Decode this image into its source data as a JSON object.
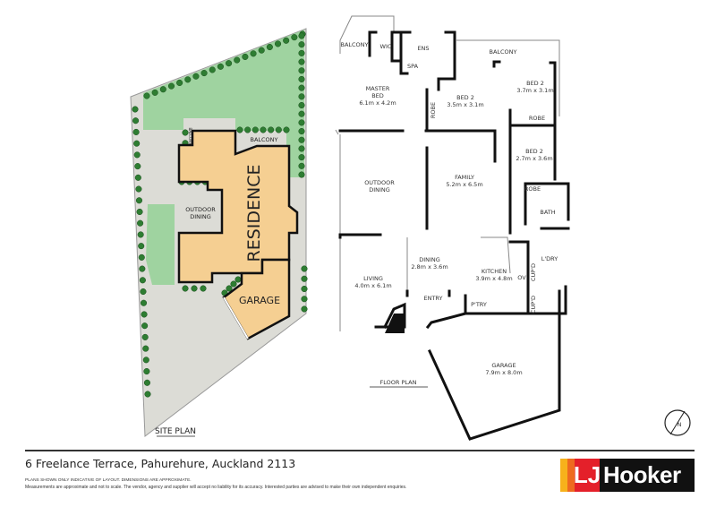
{
  "site_plan": {
    "title": "SITE PLAN",
    "labels": {
      "balcony_small": "BALCONY",
      "balcony": "BALCONY",
      "residence": "RESIDENCE",
      "outdoor_dining": [
        "OUTDOOR",
        "DINING"
      ],
      "garage": "GARAGE"
    },
    "colors": {
      "lawn": "#9fd3a0",
      "paving": "#dcdcd6",
      "building": "#f5cf92",
      "tree": "#2e7d32"
    }
  },
  "floor_plan": {
    "title": "FLOOR PLAN",
    "rooms": [
      {
        "name": "BALCONY"
      },
      {
        "name": "WIC"
      },
      {
        "name": "ENS"
      },
      {
        "name": "SPA"
      },
      {
        "name": "BALCONY"
      },
      {
        "name": "MASTER BED",
        "name2": "",
        "size": "6.1m x 4.2m"
      },
      {
        "name": "BED 2",
        "size": "3.5m x 3.1m"
      },
      {
        "name": "BED 2",
        "size": "3.7m x 3.1m"
      },
      {
        "name": "ROBE"
      },
      {
        "name": "ROBE"
      },
      {
        "name": "BED 2",
        "size": "2.7m x 3.6m"
      },
      {
        "name": "OUTDOOR",
        "name2": "DINING"
      },
      {
        "name": "FAMILY",
        "size": "5.2m x 6.5m"
      },
      {
        "name": "ROBE"
      },
      {
        "name": "BATH"
      },
      {
        "name": "DINING",
        "size": "2.8m x 3.6m"
      },
      {
        "name": "LIVING",
        "size": "4.0m x 6.1m"
      },
      {
        "name": "KITCHEN",
        "size": "3.9m x 4.8m"
      },
      {
        "name": "OV"
      },
      {
        "name": "CUP'D"
      },
      {
        "name": "CUP'D"
      },
      {
        "name": "L'DRY"
      },
      {
        "name": "ENTRY"
      },
      {
        "name": "P'TRY"
      },
      {
        "name": "GARAGE",
        "size": "7.9m x 8.0m"
      }
    ],
    "master_bed_line1": "MASTER",
    "master_bed_line2": "BED"
  },
  "compass": {
    "letter": "N"
  },
  "footer": {
    "address": "6 Freelance Terrace, Pahurehure, Auckland 2113",
    "disclaimer_1": "PLANS SHOWN ONLY INDICATIVE OF LAYOUT. DIMENSIONS ARE APPROXIMATE.",
    "disclaimer_2": "Measurements are approximate and not to scale. The vendor, agency and supplier will accept no liability for its accuracy. Interested parties are advised to make their own independent enquiries.",
    "logo_text": "LJ Hooker",
    "logo_colors": {
      "yellow": "#f7b21b",
      "orange": "#ee6a1f",
      "red": "#e4202a",
      "black": "#111111"
    }
  }
}
